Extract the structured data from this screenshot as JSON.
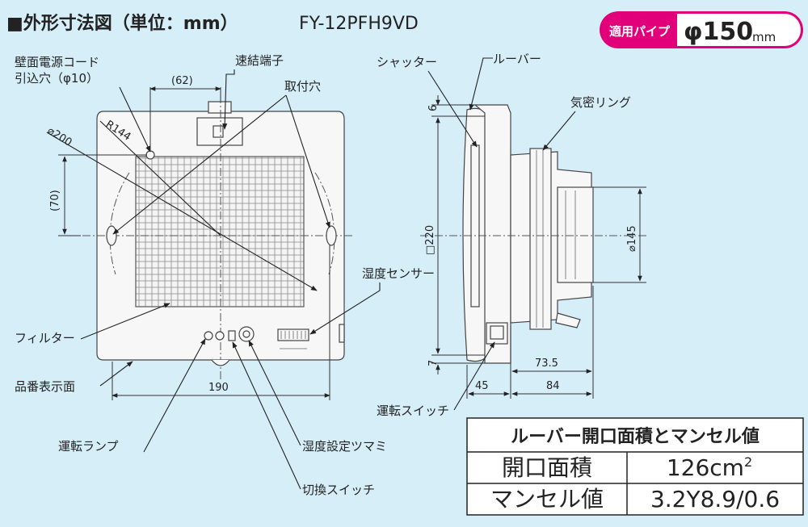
{
  "header": {
    "title": "■外形寸法図（単位：mm）",
    "model": "FY-12PFH9VD",
    "pipe_badge_label": "適用パイプ",
    "pipe_badge_value": "φ150",
    "pipe_badge_unit": "mm"
  },
  "front_view": {
    "labels": {
      "cord_hole_line1": "壁面電源コード",
      "cord_hole_line2": "引込穴（φ10）",
      "quick_terminal": "速結端子",
      "mount_hole": "取付穴",
      "filter": "フィルター",
      "product_label": "品番表示面",
      "humidity_sensor": "湿度センサー",
      "run_lamp": "運転ランプ",
      "humidity_knob": "湿度設定ツマミ",
      "selector_switch": "切換スイッチ"
    },
    "dims": {
      "d62": "(62)",
      "d70": "(70)",
      "r144": "R144",
      "d200": "⌀200",
      "w190": "190"
    }
  },
  "side_view": {
    "labels": {
      "shutter": "シャッター",
      "louver": "ルーバー",
      "airtight_ring": "気密リング",
      "run_switch": "運転スイッチ"
    },
    "dims": {
      "d6": "6",
      "sq220": "□220",
      "d7": "7",
      "d145": "⌀145",
      "d73_5": "73.5",
      "d45": "45",
      "d84": "84"
    }
  },
  "table": {
    "title": "ルーバー開口面積とマンセル値",
    "rows": [
      {
        "label": "開口面積",
        "value": "126cm",
        "sup": "2"
      },
      {
        "label": "マンセル値",
        "value": "3.2Y8.9/0.6",
        "sup": ""
      }
    ]
  },
  "colors": {
    "background": "#d6eef8",
    "badge": "#e2007a",
    "table_fill": "#ffffff",
    "line": "#333333"
  }
}
